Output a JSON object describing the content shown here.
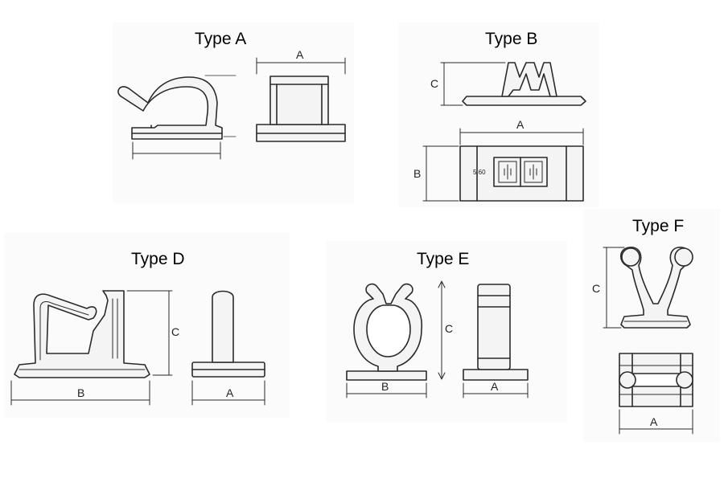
{
  "titles": {
    "a": "Type A",
    "b": "Type B",
    "d": "Type D",
    "e": "Type E",
    "f": "Type F"
  },
  "dims": {
    "a_side_a": "A",
    "b_front_c": "C",
    "b_top_a": "A",
    "b_top_b": "B",
    "b_inner": "5.60",
    "d_c": "C",
    "d_b": "B",
    "d_a": "A",
    "e_c": "C",
    "e_b": "B",
    "e_a": "A",
    "f_c": "C",
    "f_a": "A"
  },
  "colors": {
    "outline": "#2a2a2a",
    "fill": "#f4f4f4",
    "panel": "#fbfbfb"
  }
}
